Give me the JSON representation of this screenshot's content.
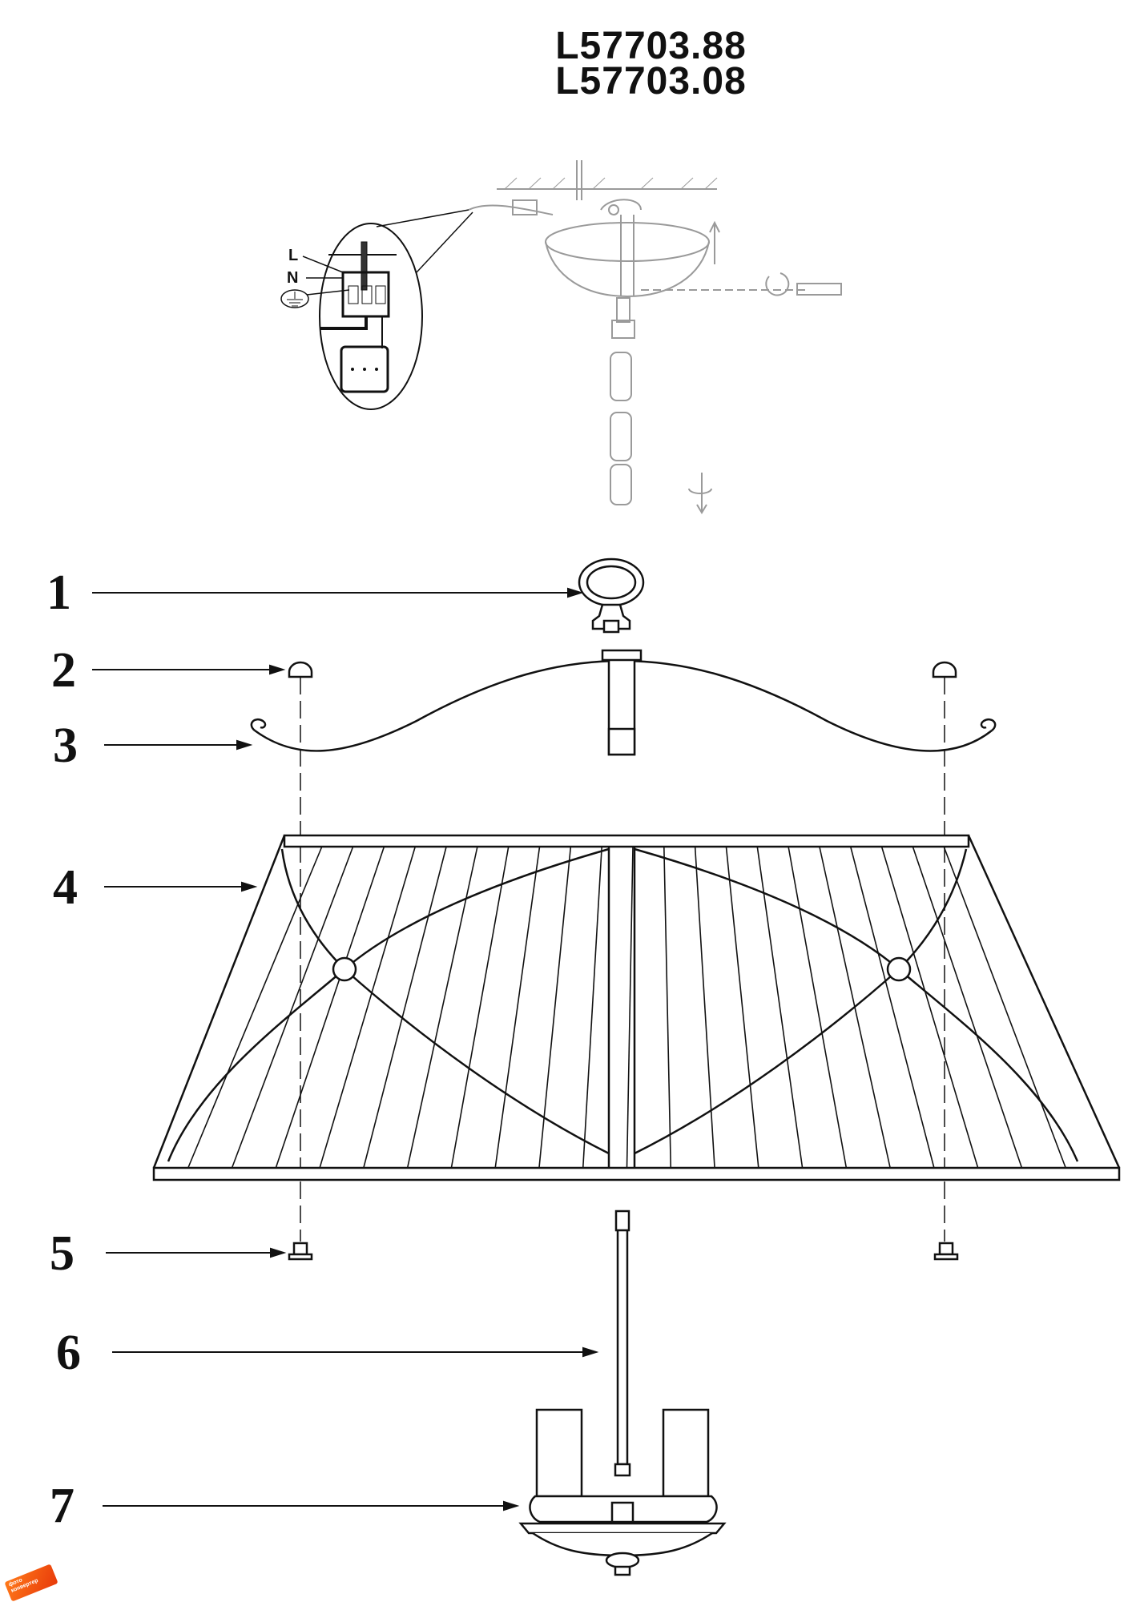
{
  "title": {
    "model_1": "L57703.88",
    "model_2": "L57703.08"
  },
  "wiring_inset": {
    "live_label": "L",
    "neutral_label": "N",
    "ground_symbol": "ground-icon"
  },
  "parts": [
    {
      "number": "1",
      "name": "ring-hook"
    },
    {
      "number": "2",
      "name": "finial-cap"
    },
    {
      "number": "3",
      "name": "curved-arm"
    },
    {
      "number": "4",
      "name": "lamp-shade"
    },
    {
      "number": "5",
      "name": "screw-nut"
    },
    {
      "number": "6",
      "name": "central-rod"
    },
    {
      "number": "7",
      "name": "candle-holder-body"
    }
  ],
  "watermark": {
    "text": "фото конвертер"
  },
  "colors": {
    "line": "#111111",
    "faint": "#9a9a9a",
    "logo": "#f0561a"
  }
}
